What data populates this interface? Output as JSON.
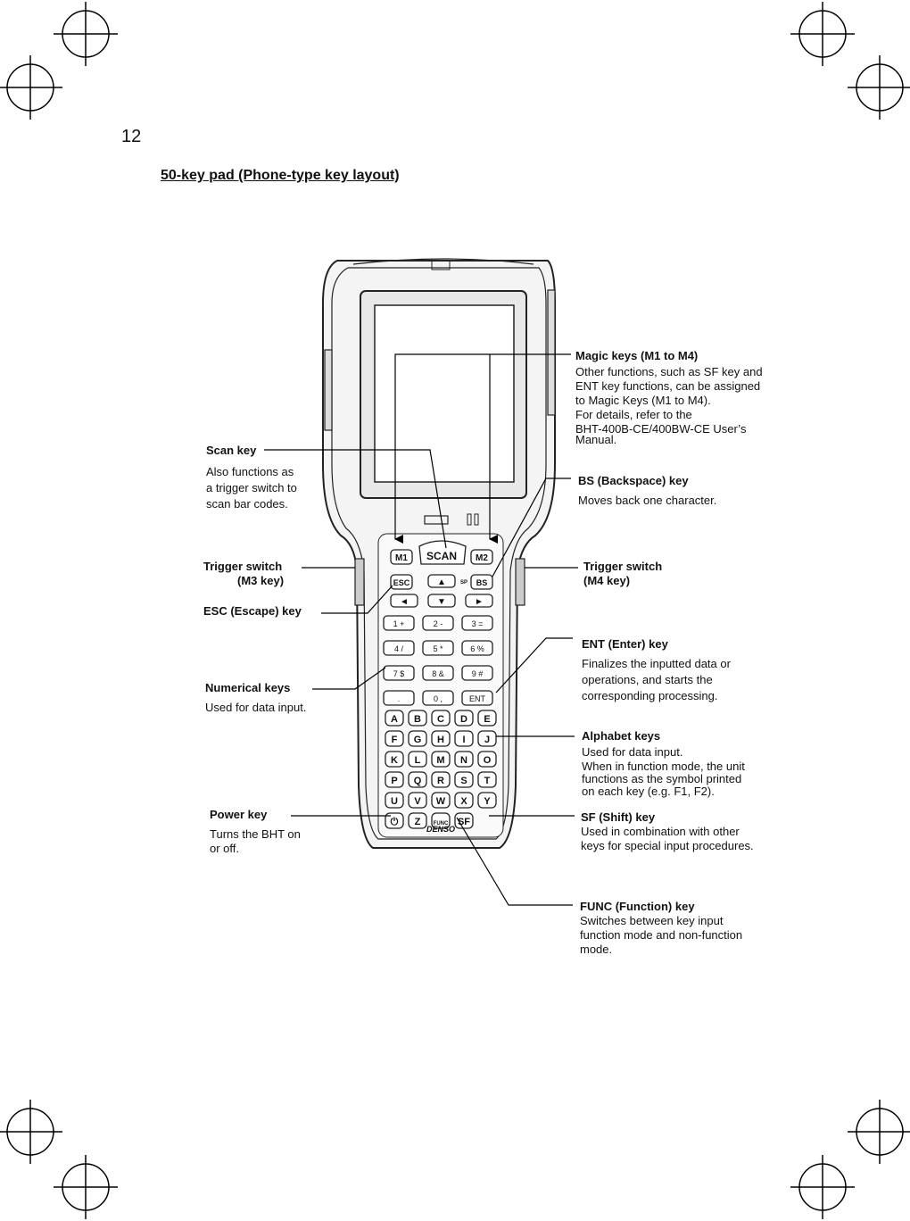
{
  "page": {
    "number": "12",
    "title": "50-key pad (Phone-type key layout)"
  },
  "device": {
    "brand": "DENSO",
    "keys": {
      "m1": "M1",
      "scan": "SCAN",
      "m2": "M2",
      "esc": "ESC",
      "bs": "BS",
      "sp": "SP",
      "ent": "ENT",
      "func": "FUNC",
      "sf": "SF",
      "num_rows": [
        [
          "1 +",
          "2 -",
          "3 ="
        ],
        [
          "4 /",
          "5 *",
          "6 %"
        ],
        [
          "7 $",
          "8 &",
          "9 #"
        ],
        [
          ".",
          "0 ,",
          "ENT"
        ]
      ],
      "alpha_rows": [
        [
          "A",
          "B",
          "C",
          "D",
          "E"
        ],
        [
          "F",
          "G",
          "H",
          "I",
          "J"
        ],
        [
          "K",
          "L",
          "M",
          "N",
          "O"
        ],
        [
          "P",
          "Q",
          "R",
          "S",
          "T"
        ],
        [
          "U",
          "V",
          "W",
          "X",
          "Y"
        ],
        [
          "",
          "Z",
          "FUNC",
          "SF"
        ]
      ]
    }
  },
  "callouts": {
    "magic": {
      "heading": "Magic keys (M1 to M4)",
      "lines": [
        "Other functions, such as SF key and",
        "ENT key functions, can be assigned",
        "to Magic Keys (M1 to M4).",
        "For details, refer to the",
        "BHT-400B-CE/400BW-CE User’s",
        "Manual."
      ]
    },
    "scan": {
      "heading": "Scan key",
      "lines": [
        "Also functions as",
        "a trigger switch to",
        "scan bar codes."
      ]
    },
    "bs": {
      "heading": "BS (Backspace) key",
      "lines": [
        "Moves back one character."
      ]
    },
    "trigger_m3": {
      "heading": "Trigger switch",
      "sub": "(M3 key)"
    },
    "trigger_m4": {
      "heading": "Trigger switch",
      "sub": "(M4 key)"
    },
    "esc": {
      "heading": "ESC (Escape) key"
    },
    "ent": {
      "heading": "ENT (Enter) key",
      "lines": [
        "Finalizes the inputted data or",
        "operations, and starts the",
        "corresponding processing."
      ]
    },
    "numerical": {
      "heading": "Numerical keys",
      "lines": [
        "Used for data input."
      ]
    },
    "alphabet": {
      "heading": "Alphabet keys",
      "lines": [
        "Used for data input.",
        "When in function mode, the unit",
        "functions as the symbol printed",
        "on each key (e.g. F1, F2)."
      ]
    },
    "power": {
      "heading": "Power key",
      "lines": [
        "Turns the BHT on",
        "or off."
      ]
    },
    "sf": {
      "heading": "SF (Shift) key",
      "lines": [
        "Used in combination with other",
        "keys for special input procedures."
      ]
    },
    "func": {
      "heading": "FUNC (Function) key",
      "lines": [
        "Switches between key input",
        "function mode and non-function",
        "mode."
      ]
    }
  }
}
